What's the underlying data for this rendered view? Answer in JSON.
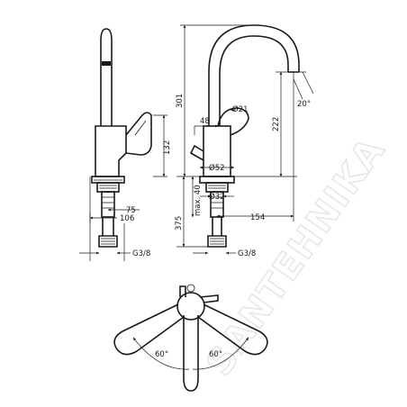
{
  "watermark": "SANTEHNIKA",
  "dimensions": {
    "side_75": "75",
    "side_106": "106",
    "side_132": "132",
    "side_g38": "G3/8",
    "front_301": "301",
    "front_222": "222",
    "front_48": "48",
    "front_d21": "Ø21",
    "front_d52": "Ø52",
    "front_d32": "Ø32",
    "front_max40": "max. 40",
    "front_375": "375",
    "front_154": "154",
    "front_20": "20°",
    "front_g38": "G3/8",
    "top_60_left": "60°",
    "top_60_right": "60°"
  }
}
